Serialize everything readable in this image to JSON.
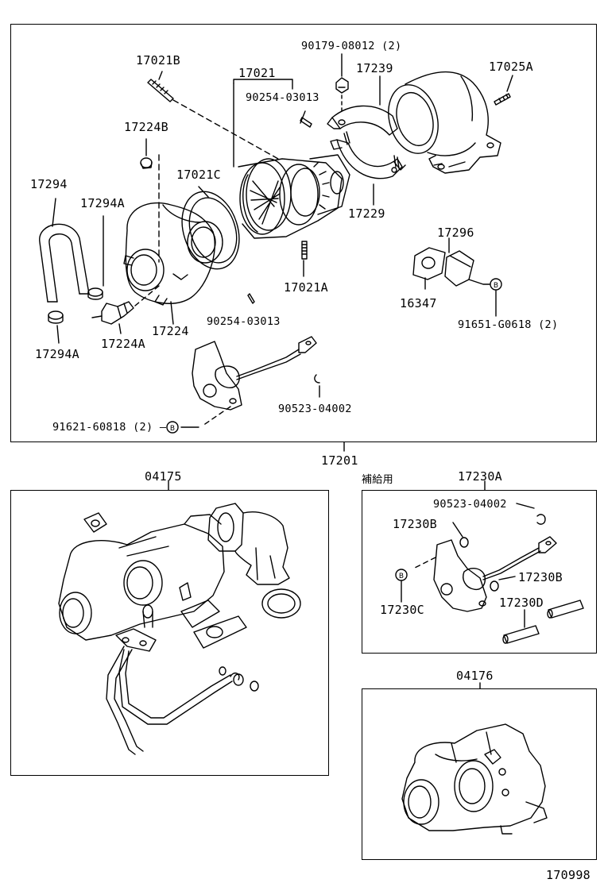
{
  "frames": {
    "main": "17201",
    "left": "04175",
    "right": "17230A",
    "bottom_right": "04176"
  },
  "labels": {
    "p17021b": "17021B",
    "p17021": "17021",
    "p90179": "90179-08012 (2)",
    "p17239": "17239",
    "p17025a": "17025A",
    "p90254a": "90254-03013",
    "p17224b": "17224B",
    "p17021c": "17021C",
    "p17294": "17294",
    "p17294a_top": "17294A",
    "p17229": "17229",
    "p17296": "17296",
    "p16347": "16347",
    "p17021a": "17021A",
    "p17224": "17224",
    "p90254b": "90254-03013",
    "p17224a": "17224A",
    "p91651": "91651-G0618 (2)",
    "p17294a_bottom": "17294A",
    "p90523a": "90523-04002",
    "p91621": "91621-60818 (2)",
    "supply_note": "補給用",
    "p90523b": "90523-04002",
    "p17230b_1": "17230B",
    "p17230b_2": "17230B",
    "p17230c": "17230C",
    "p17230d": "17230D",
    "b_mark": "B",
    "diagram_code": "170998"
  },
  "icons": [
    "turbocharger-icon",
    "exhaust-elbow-icon",
    "clamp-icon",
    "actuator-icon",
    "hose-icon",
    "gasket-icon",
    "stud-icon",
    "nut-icon",
    "oil-pipe-icon"
  ]
}
